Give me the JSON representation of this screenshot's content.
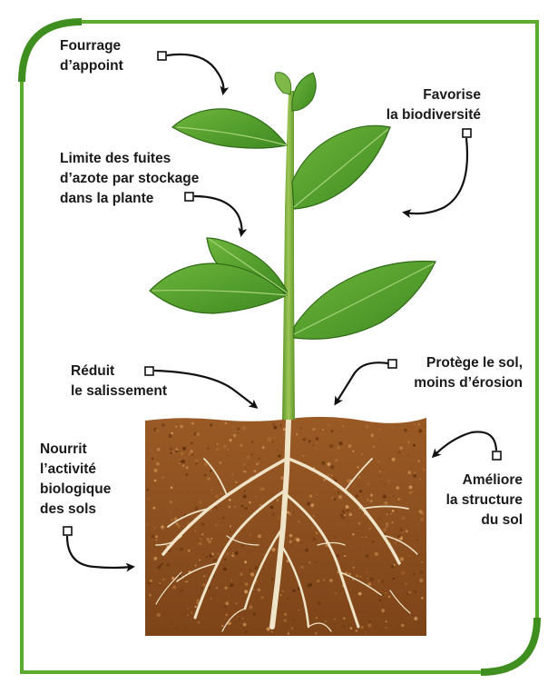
{
  "colors": {
    "frame": "#5aab2e",
    "leaf": "#4f9a2c",
    "leaf_light": "#8cc75a",
    "stem": "#79ad3a",
    "soil": "#8a4e1f",
    "soil_light": "#b9793a",
    "root": "#efe3c8",
    "arrow": "#111111"
  },
  "labels": {
    "fourrage": [
      "Fourrage",
      "d’appoint"
    ],
    "biodiversite": [
      "Favorise",
      "la biodiversité"
    ],
    "azote": [
      "Limite des fuites",
      "d’azote par stockage",
      "dans la plante"
    ],
    "salissement": [
      "Réduit",
      "le salissement"
    ],
    "erosion": [
      "Protège le sol,",
      "moins d’érosion"
    ],
    "nourrit": [
      "Nourrit",
      "l’activité",
      "biologique",
      "des sols"
    ],
    "structure": [
      "Améliore",
      "la structure",
      "du sol"
    ]
  }
}
